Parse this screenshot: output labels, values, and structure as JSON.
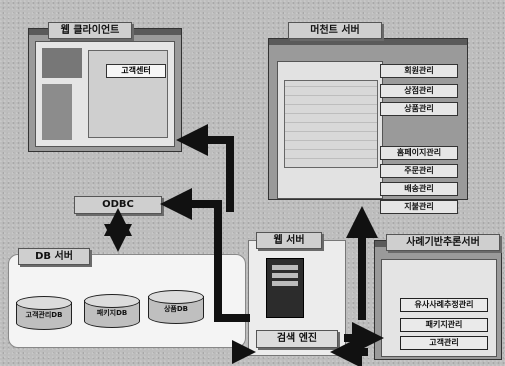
{
  "web_client": {
    "title": "웹 클라이언트",
    "popup": "고객센터"
  },
  "merchant_server": {
    "title": "머천트 서버",
    "menu": [
      "회원관리",
      "상점관리",
      "상품관리",
      "홈페이지관리",
      "주문관리",
      "배송관리",
      "지불관리"
    ]
  },
  "odbc": {
    "label": "ODBC"
  },
  "db_server": {
    "title": "DB 서버",
    "databases": [
      "고객관리DB",
      "패키지DB",
      "상품DB"
    ]
  },
  "web_server": {
    "title": "웹 서버",
    "engine": "검색 엔진"
  },
  "case_server": {
    "title": "사례기반추론서버",
    "menu": [
      "유사사례추정관리",
      "패키지관리",
      "고객관리"
    ]
  }
}
